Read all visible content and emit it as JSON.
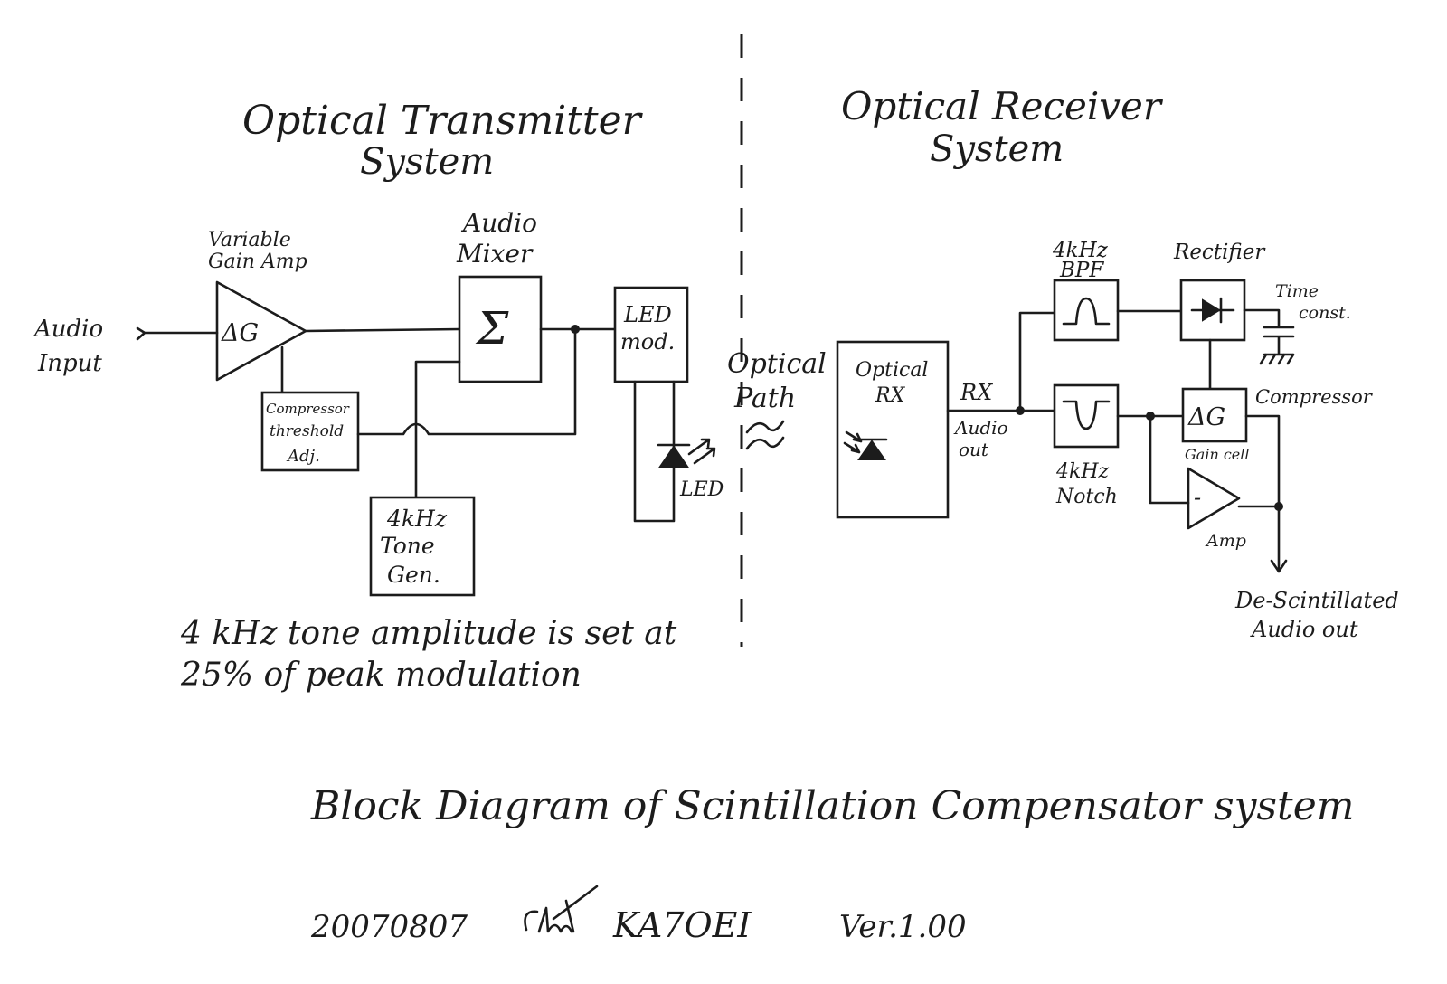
{
  "transmitter": {
    "title_line1": "Optical Transmitter",
    "title_line2": "System",
    "audio_input_line1": "Audio",
    "audio_input_line2": "Input",
    "vga_label_line1": "Variable",
    "vga_label_line2": "Gain Amp",
    "vga_symbol": "ΔG",
    "compressor_line1": "Compressor",
    "compressor_line2": "threshold",
    "compressor_line3": "Adj.",
    "mixer_label_line1": "Audio",
    "mixer_label_line2": "Mixer",
    "mixer_symbol": "Σ",
    "led_mod_line1": "LED",
    "led_mod_line2": "mod.",
    "led_label": "LED",
    "tone_gen_line1": "4kHz",
    "tone_gen_line2": "Tone",
    "tone_gen_line3": "Gen.",
    "note_line1": "4 kHz tone amplitude is set at",
    "note_line2": "25% of peak modulation"
  },
  "path": {
    "label_line1": "Optical",
    "label_line2": "Path"
  },
  "receiver": {
    "title_line1": "Optical Receiver",
    "title_line2": "System",
    "optical_rx_line1": "Optical",
    "optical_rx_line2": "RX",
    "rx_label": "RX",
    "audio_out_line1": "Audio",
    "audio_out_line2": "out",
    "bpf_line1": "4kHz",
    "bpf_line2": "BPF",
    "rectifier_label": "Rectifier",
    "time_const_line1": "Time",
    "time_const_line2": "const.",
    "compressor_label": "Compressor",
    "gain_cell_symbol": "ΔG",
    "gain_cell_label": "Gain cell",
    "notch_line1": "4kHz",
    "notch_line2": "Notch",
    "amp_symbol": "-",
    "amp_label": "Amp",
    "output_line1": "De-Scintillated",
    "output_line2": "Audio out"
  },
  "footer": {
    "title": "Block Diagram of Scintillation Compensator system",
    "date": "20070807",
    "callsign": "KA7OEI",
    "version": "Ver.1.00"
  }
}
